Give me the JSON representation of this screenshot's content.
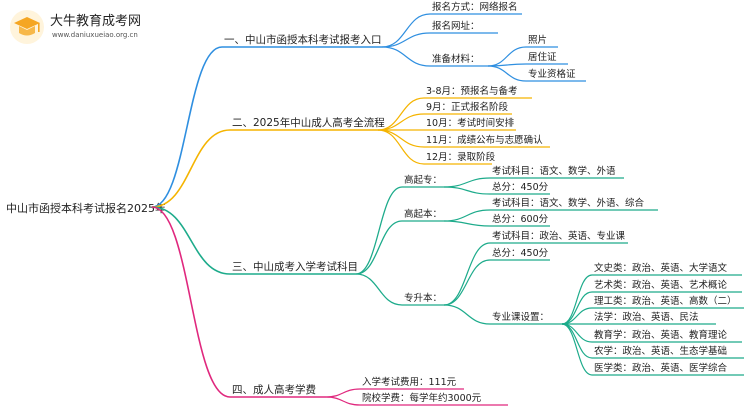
{
  "logo": {
    "title": "大牛教育成考网",
    "subtitle": "www.daniuxueiao.org.cn",
    "accent_color": "#f5a623",
    "icon": "graduation-cap-icon"
  },
  "root": {
    "label": "中山市函授本科考试报名2025年"
  },
  "colors": {
    "branch1": "#2f8fe0",
    "branch2": "#f5b400",
    "branch3": "#1dab8b",
    "branch4": "#e0287e"
  },
  "branches": [
    {
      "key": "b1",
      "label": "一、中山市函授本科考试报考入口",
      "children": [
        {
          "label": "报名方式：网络报名",
          "children": []
        },
        {
          "label": "报名网址：",
          "children": []
        },
        {
          "label": "准备材料：",
          "children": [
            {
              "label": "照片"
            },
            {
              "label": "居住证"
            },
            {
              "label": "专业资格证"
            }
          ]
        }
      ]
    },
    {
      "key": "b2",
      "label": "二、2025年中山成人高考全流程",
      "children": [
        {
          "label": "3-8月：预报名与备考"
        },
        {
          "label": "9月：正式报名阶段"
        },
        {
          "label": "10月：考试时间安排"
        },
        {
          "label": "11月：成绩公布与志愿确认"
        },
        {
          "label": "12月：录取阶段"
        }
      ]
    },
    {
      "key": "b3",
      "label": "三、中山成考入学考试科目",
      "children": [
        {
          "label": "高起专：",
          "children": [
            {
              "label": "考试科目：语文、数学、外语"
            },
            {
              "label": "总分：450分"
            }
          ]
        },
        {
          "label": "高起本：",
          "children": [
            {
              "label": "考试科目：语文、数学、外语、综合"
            },
            {
              "label": "总分：600分"
            }
          ]
        },
        {
          "label": "专升本：",
          "children": [
            {
              "label": "考试科目：政治、英语、专业课"
            },
            {
              "label": "总分：450分"
            },
            {
              "label": "专业课设置：",
              "children": [
                {
                  "label": "文史类：政治、英语、大学语文"
                },
                {
                  "label": "艺术类：政治、英语、艺术概论"
                },
                {
                  "label": "理工类：政治、英语、高数（二）"
                },
                {
                  "label": "法学：政治、英语、民法"
                },
                {
                  "label": "教育学：政治、英语、教育理论"
                },
                {
                  "label": "农学：政治、英语、生态学基础"
                },
                {
                  "label": "医学类：政治、英语、医学综合"
                }
              ]
            }
          ]
        }
      ]
    },
    {
      "key": "b4",
      "label": "四、成人高考学费",
      "children": [
        {
          "label": "入学考试费用：111元"
        },
        {
          "label": "院校学费：每学年约3000元"
        }
      ]
    }
  ]
}
